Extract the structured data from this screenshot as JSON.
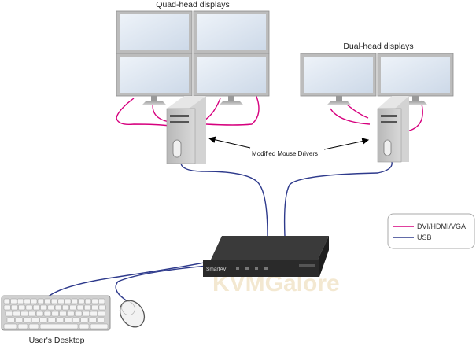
{
  "labels": {
    "quad_head": "Quad-head displays",
    "dual_head": "Dual-head displays",
    "modified_drivers": "Modified Mouse Drivers",
    "users_desktop": "User's Desktop"
  },
  "legend": {
    "items": [
      {
        "label": "DVI/HDMI/VGA",
        "color": "#d6007e"
      },
      {
        "label": "USB",
        "color": "#2e3a8c"
      }
    ]
  },
  "switch": {
    "brand": "SmartAVI",
    "watermark": "KVMGalore"
  },
  "colors": {
    "video_cable": "#d6007e",
    "usb_cable": "#2e3a8c",
    "screen_fill": "#dfe8f3",
    "monitor_frame": "#bcbcbc",
    "tower": "#c9c9c9"
  }
}
